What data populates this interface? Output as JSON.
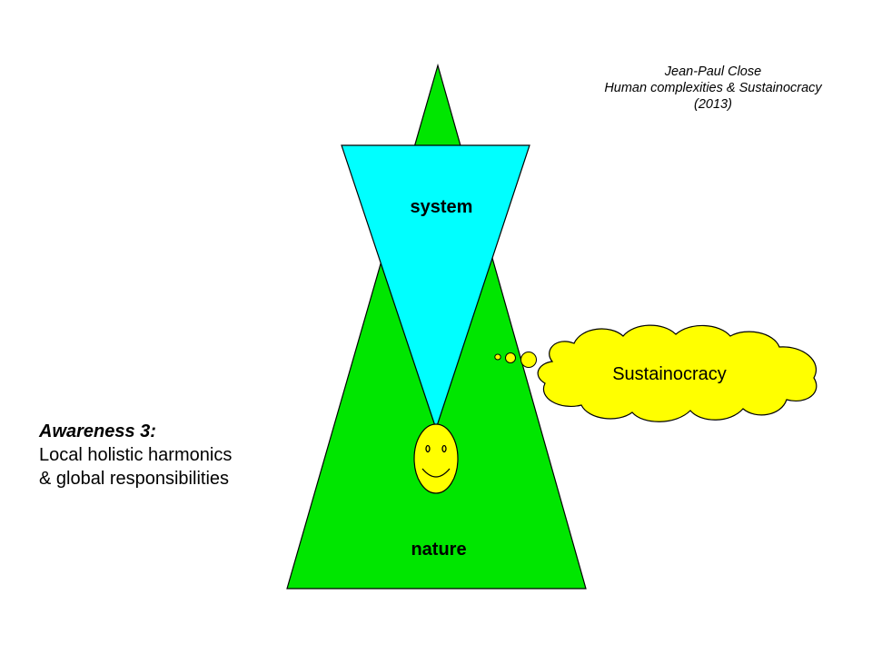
{
  "credit": {
    "author": "Jean-Paul Close",
    "work": "Human complexities & Sustainocracy",
    "year": "(2013)"
  },
  "diagram": {
    "system_label": "system",
    "nature_label": "nature",
    "thought_label": "Sustainocracy"
  },
  "awareness": {
    "heading": "Awareness 3:",
    "line1": "Local holistic harmonics",
    "line2": "& global responsibilities"
  },
  "colors": {
    "nature": "#00e600",
    "system": "#00ffff",
    "face": "#ffff00",
    "cloud": "#ffff00",
    "outline": "#000000"
  },
  "icons": {
    "face": "smiley-face-icon",
    "cloud": "thought-cloud-icon"
  }
}
